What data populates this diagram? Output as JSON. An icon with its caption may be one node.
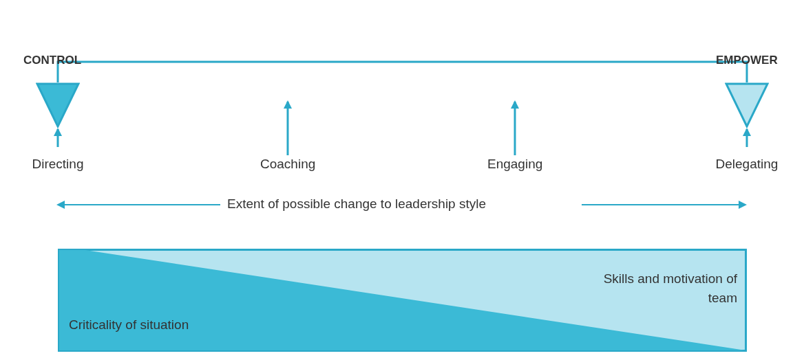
{
  "diagram": {
    "nodes": [
      {
        "text": [],
        "shape": "triangle"
      },
      {
        "text": [],
        "shape": "triangle"
      },
      {
        "text": [
          "Directing"
        ]
      },
      {
        "text": [
          "Coaching"
        ]
      },
      {
        "text": [
          "Engaging"
        ]
      },
      {
        "text": [
          "Delegating"
        ]
      },
      {
        "text": [
          "Skills and motivation of team"
        ]
      },
      {
        "text": [
          "Criticality of situation"
        ],
        "in": 6
      }
    ],
    "edges": [
      {
        "from": 0,
        "to": 1,
        "arrow": "none"
      },
      {
        "from": 2,
        "to": 0,
        "arrow": "to"
      },
      {
        "from": 3,
        "to": null,
        "arrow": "to"
      },
      {
        "from": 4,
        "to": null,
        "arrow": "to"
      },
      {
        "from": 5,
        "to": 1,
        "arrow": "to"
      }
    ],
    "labels": [
      "CONTROL",
      "EMPOWER",
      "Extent of possible change to leadership style"
    ]
  }
}
